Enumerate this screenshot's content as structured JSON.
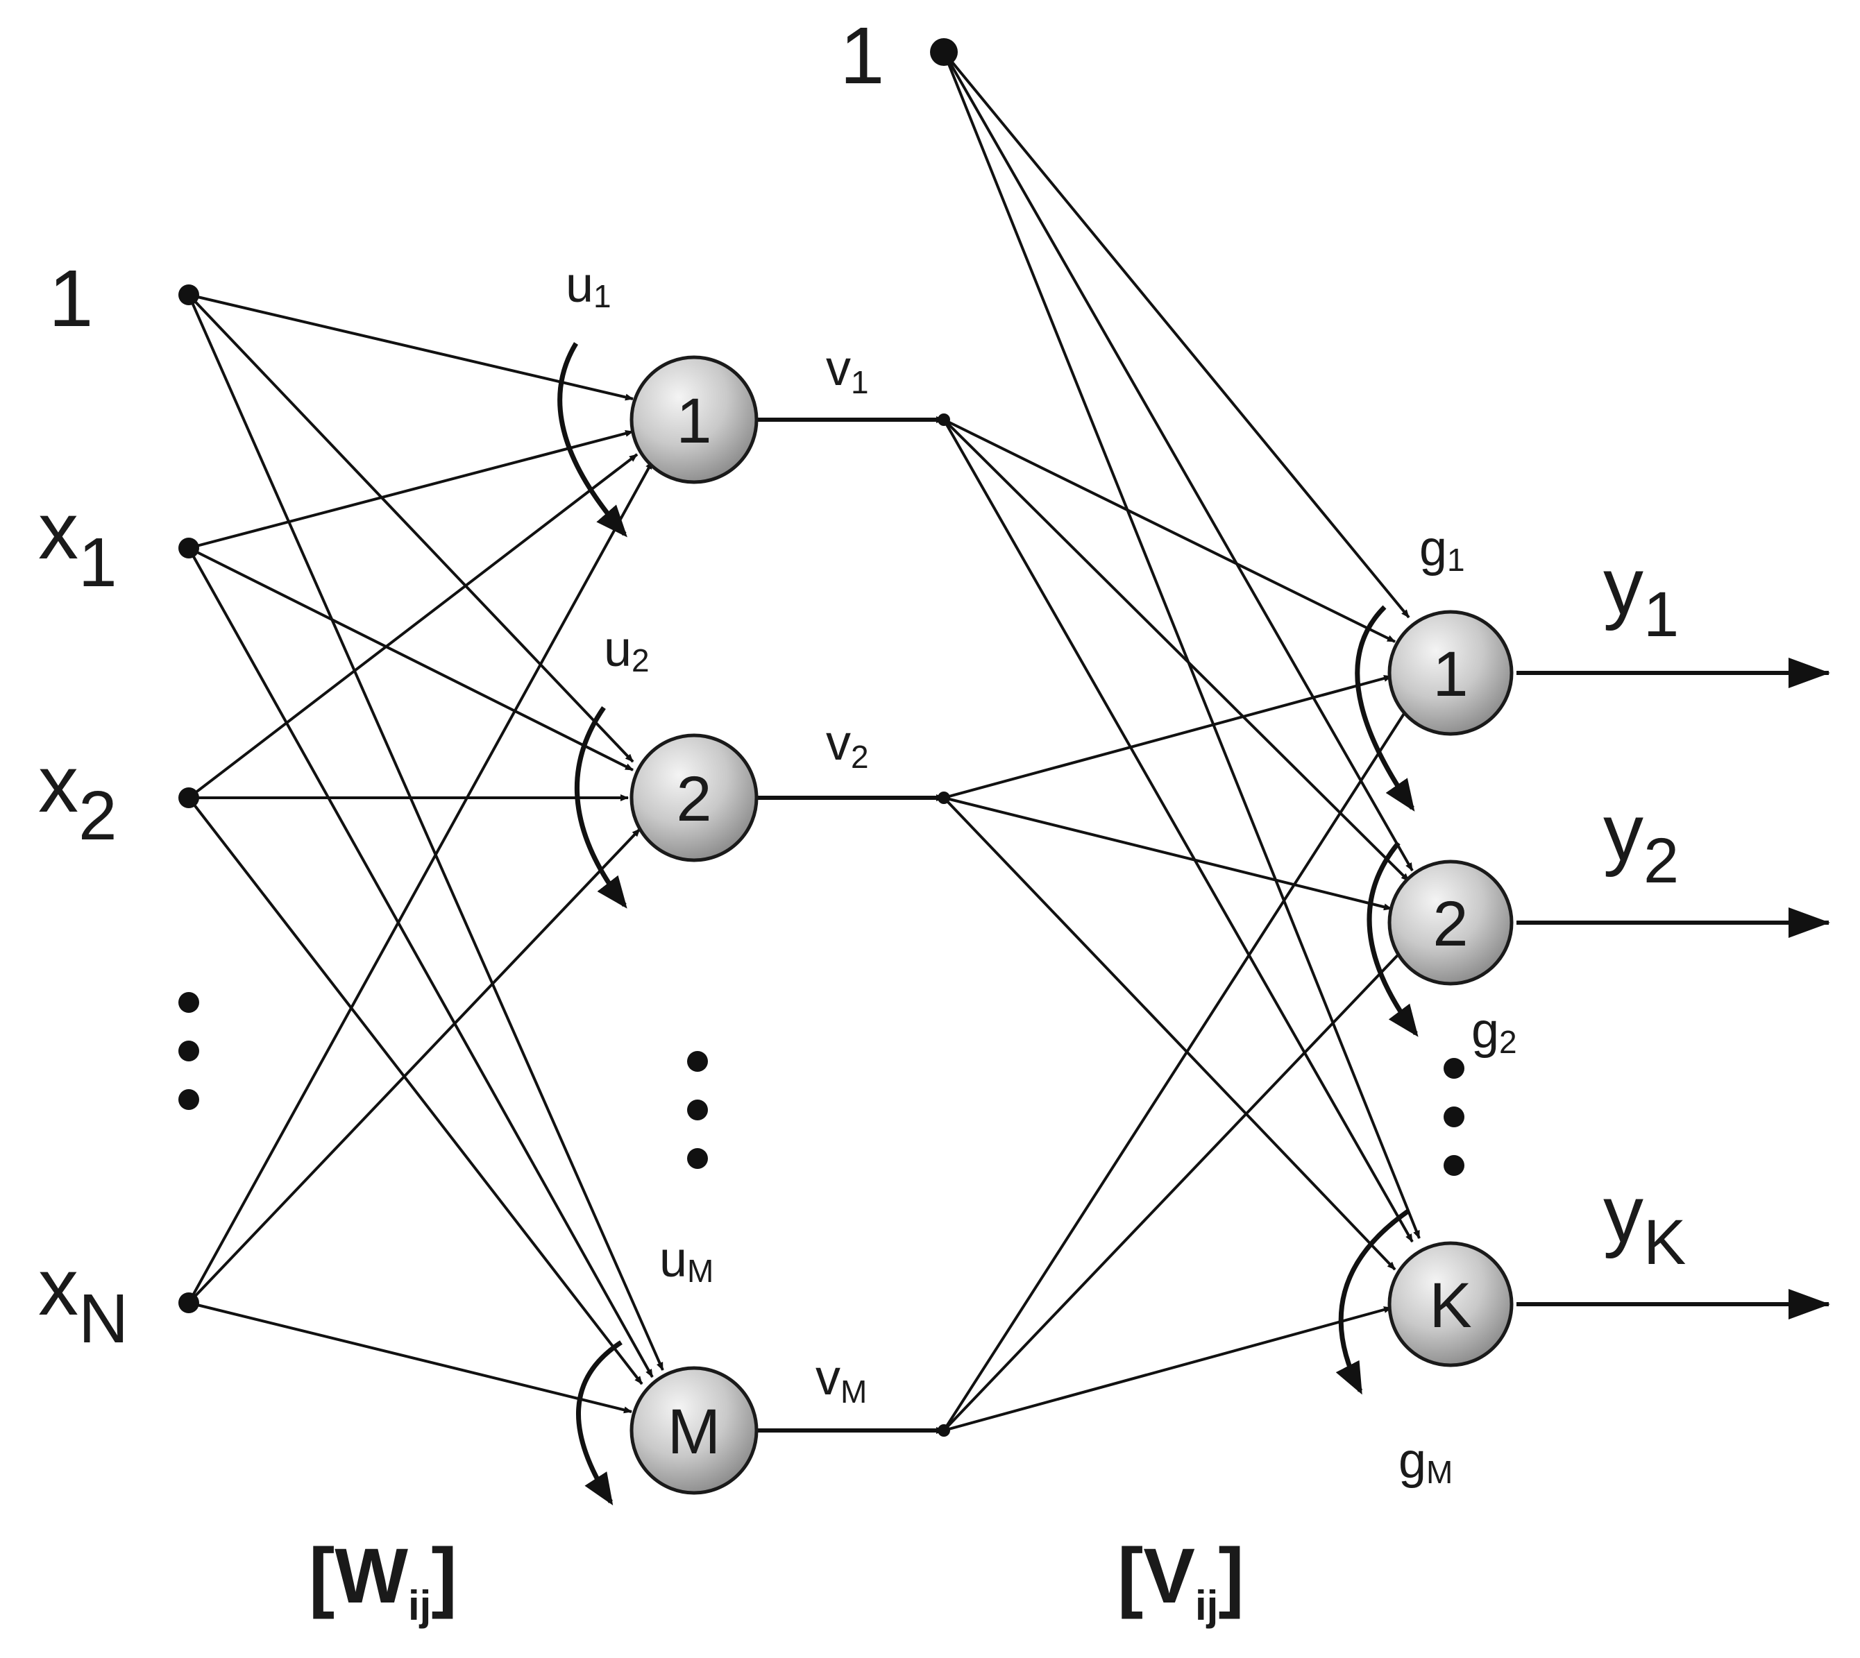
{
  "inputs": {
    "bias": "1",
    "x1": {
      "base": "x",
      "sub": "1"
    },
    "x2": {
      "base": "x",
      "sub": "2"
    },
    "xN": {
      "base": "x",
      "sub": "N"
    }
  },
  "hidden": {
    "bias": "1",
    "nodes": [
      "1",
      "2",
      "M"
    ],
    "u": [
      {
        "base": "u",
        "sub": "1"
      },
      {
        "base": "u",
        "sub": "2"
      },
      {
        "base": "u",
        "sub": "M"
      }
    ],
    "v": [
      {
        "base": "v",
        "sub": "1"
      },
      {
        "base": "v",
        "sub": "2"
      },
      {
        "base": "v",
        "sub": "M"
      }
    ]
  },
  "output": {
    "nodes": [
      "1",
      "2",
      "K"
    ],
    "g": [
      {
        "base": "g",
        "sub": "1"
      },
      {
        "base": "g",
        "sub": "2"
      },
      {
        "base": "g",
        "sub": "M"
      }
    ],
    "y": [
      {
        "base": "y",
        "sub": "1"
      },
      {
        "base": "y",
        "sub": "2"
      },
      {
        "base": "y",
        "sub": "K"
      }
    ]
  },
  "matrices": {
    "W": {
      "open": "[",
      "base": "W",
      "sub": "ij",
      "close": "]"
    },
    "V": {
      "open": "[",
      "base": "V",
      "sub": "ij",
      "close": "]"
    }
  }
}
